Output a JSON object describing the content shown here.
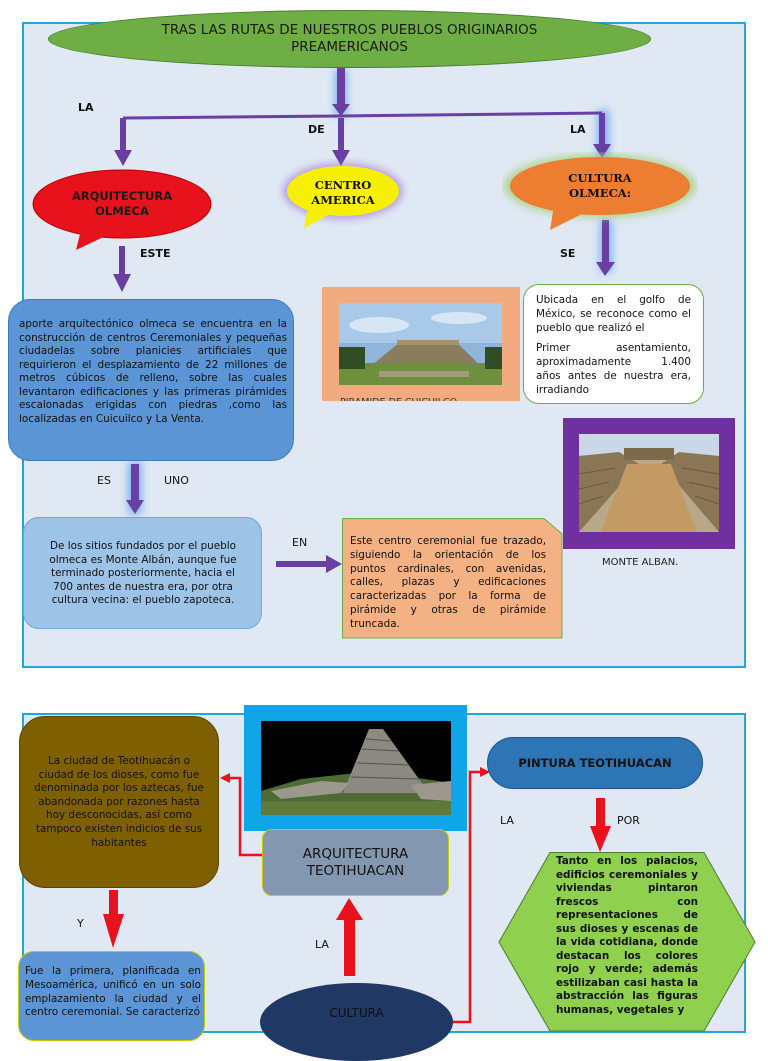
{
  "top": {
    "title": "TRAS LAS RUTAS DE NUESTROS  PUEBLOS ORIGINARIOS PREAMERICANOS",
    "connectors": {
      "la_left": "LA",
      "de": "DE",
      "la_right": "LA",
      "este": "ESTE",
      "se": "SE",
      "es": "ES",
      "uno": "UNO",
      "en": "EN"
    },
    "nodes": {
      "arquitectura": "ARQUITECTURA OLMECA",
      "centro": "CENTRO AMERICA",
      "cultura": "CULTURA OLMECA:"
    },
    "aporte_text": "aporte arquitectónico olmeca se encuentra en la construcción de centros Ceremoniales y pequeñas ciudadelas sobre planicies artificiales que requirieron el desplazamiento de 22 millones de metros cúbicos de relleno, sobre las cuales levantaron edificaciones y las primeras pirámides escalonadas erigidas con piedras ,como las localizadas en Cuicuilco y La Venta.",
    "ubicada_p1": "Ubicada en el golfo de México, se reconoce como el pueblo que realizó el",
    "ubicada_p2": "Primer asentamiento, aproximadamente 1.400 años antes de nuestra era, irradiando",
    "piramide_caption": "PIRAMIDE DE CUICUILCO",
    "sitios_text": "De los sitios fundados por el pueblo olmeca es Monte Albán, aunque fue terminado posteriormente, hacia el 700 antes de nuestra era, por otra cultura vecina: el pueblo zapoteca.",
    "centro_text": "Este centro ceremonial fue trazado, siguiendo la orientación de los puntos cardinales, con avenidas, calles, plazas y edificaciones caracterizadas por la forma de pirámide y otras de pirámide truncada.",
    "monte_caption": "MONTE ALBAN."
  },
  "bottom": {
    "teoti_text": "La ciudad de Teotihuacán o ciudad de los dioses, como fue denominada por los aztecas, fue abandonada por razones hasta hoy desconocidas, así como tampoco existen indicios de sus habitantes",
    "arq_teoti": "ARQUITECTURA TEOTIHUACAN",
    "pintura": "PINTURA TEOTIHUACAN",
    "connectors": {
      "la_mid": "LA",
      "por": "POR",
      "y": "Y",
      "la_up": "LA"
    },
    "tanto_text": "Tanto en los palacios, edificios ceremoniales y viviendas pintaron frescos con representaciones de sus dioses y escenas de la vida cotidiana, donde destacan los colores rojo y verde; además estilizaban casi hasta la abstracción las figuras humanas, vegetales y",
    "fue_text": "Fue la primera, planificada en Mesoamérica, unificó en un solo emplazamiento la ciudad y el centro ceremonial. Se caracterizó",
    "cultura": "CULTURA"
  }
}
